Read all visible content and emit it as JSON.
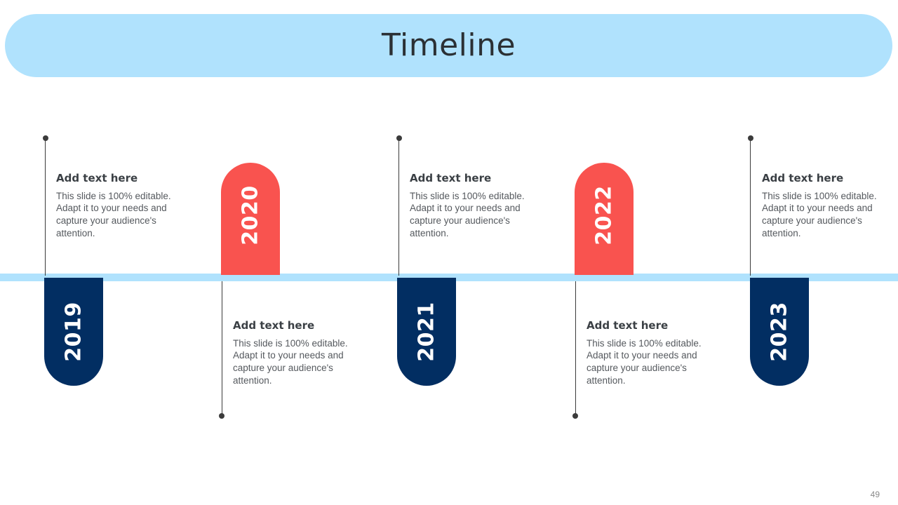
{
  "slide": {
    "title": "Timeline",
    "page_number": "49"
  },
  "colors": {
    "title_bar": "#b0e2fd",
    "band": "#b0e2fd",
    "pill_navy": "#022e62",
    "pill_red": "#f9534f",
    "heading_text": "#3b4045",
    "body_text": "#55595e",
    "connector": "#3b3b3b"
  },
  "milestones": [
    {
      "year": "2019",
      "pill_color": "#022e62",
      "direction": "down",
      "heading": "Add text here",
      "body": "This slide is 100% editable. Adapt it to your needs and capture your audience's attention."
    },
    {
      "year": "2020",
      "pill_color": "#f9534f",
      "direction": "up",
      "heading": "Add text here",
      "body": "This slide is 100% editable. Adapt it to your needs and capture your audience's attention."
    },
    {
      "year": "2021",
      "pill_color": "#022e62",
      "direction": "down",
      "heading": "Add text here",
      "body": "This slide is 100% editable. Adapt it to your needs and capture your audience's attention."
    },
    {
      "year": "2022",
      "pill_color": "#f9534f",
      "direction": "up",
      "heading": "Add text here",
      "body": "This slide is 100% editable. Adapt it to your needs and capture your audience's attention."
    },
    {
      "year": "2023",
      "pill_color": "#022e62",
      "direction": "down",
      "heading": "Add text here",
      "body": "This slide is 100% editable. Adapt it to your needs and capture your audience's attention."
    }
  ]
}
